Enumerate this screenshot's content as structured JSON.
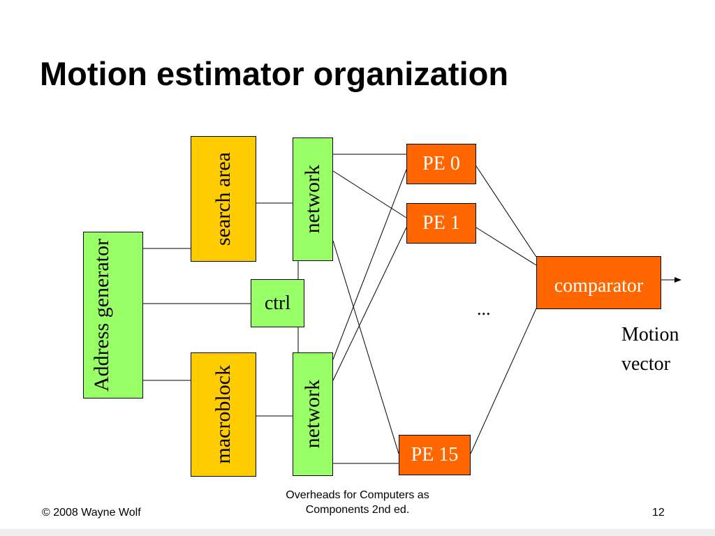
{
  "slide": {
    "title": "Motion estimator organization"
  },
  "diagram": {
    "address_generator": "Address generator",
    "search_area": "search area",
    "macroblock": "macroblock",
    "network_top": "network",
    "network_bottom": "network",
    "ctrl": "ctrl",
    "pe_0": "PE 0",
    "pe_1": "PE 1",
    "pe_15": "PE 15",
    "ellipsis": "...",
    "comparator": "comparator",
    "output_label_line1": "Motion",
    "output_label_line2": "vector"
  },
  "footer": {
    "copyright": "© 2008 Wayne Wolf",
    "source_line1": "Overheads for Computers as",
    "source_line2": "Components 2nd ed.",
    "page_number": "12"
  },
  "colors": {
    "green": "#99ff66",
    "yellow": "#ffcc00",
    "orange": "#ff6600"
  }
}
